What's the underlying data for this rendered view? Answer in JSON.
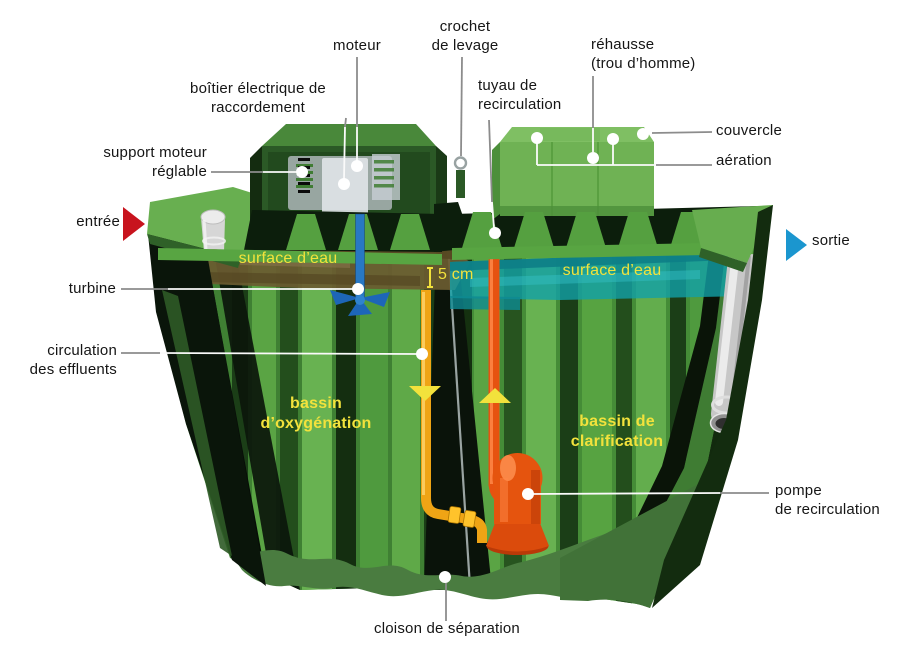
{
  "labels": {
    "moteur": "moteur",
    "crochet_levage": "crochet\nde levage",
    "rehausse": "réhausse\n(trou d’homme)",
    "boitier": "boîtier électrique de\nraccordement",
    "tuyau_recirculation": "tuyau de\nrecirculation",
    "couvercle": "couvercle",
    "aeration": "aération",
    "support_moteur": "support moteur\nréglable",
    "entree": "entrée",
    "sortie": "sortie",
    "turbine": "turbine",
    "circulation_effluents": "circulation\ndes effluents",
    "pompe_recirculation": "pompe\nde recirculation",
    "cloison_separation": "cloison de séparation"
  },
  "annotations": {
    "surface_eau_gauche": "surface d’eau",
    "surface_eau_droite": "surface d’eau",
    "bassin_oxygenation": "bassin\nd’oxygénation",
    "bassin_clarification": "bassin de\nclarification",
    "mesure_5cm": "5 cm"
  },
  "colors": {
    "label_text": "#151515",
    "accent_yellow": "#f2e23c",
    "tank_green": "#57a341",
    "tank_dark": "#0d1f0d",
    "pipe_orange": "#e65210",
    "pipe_yellow": "#efa415",
    "water_brown": "#6b5b30",
    "water_teal": "#12a0a8",
    "arrow_red": "#c8141e",
    "arrow_blue": "#1b96cf",
    "leader_grey": "#8c8c8c",
    "leader_white": "#fafafa"
  }
}
